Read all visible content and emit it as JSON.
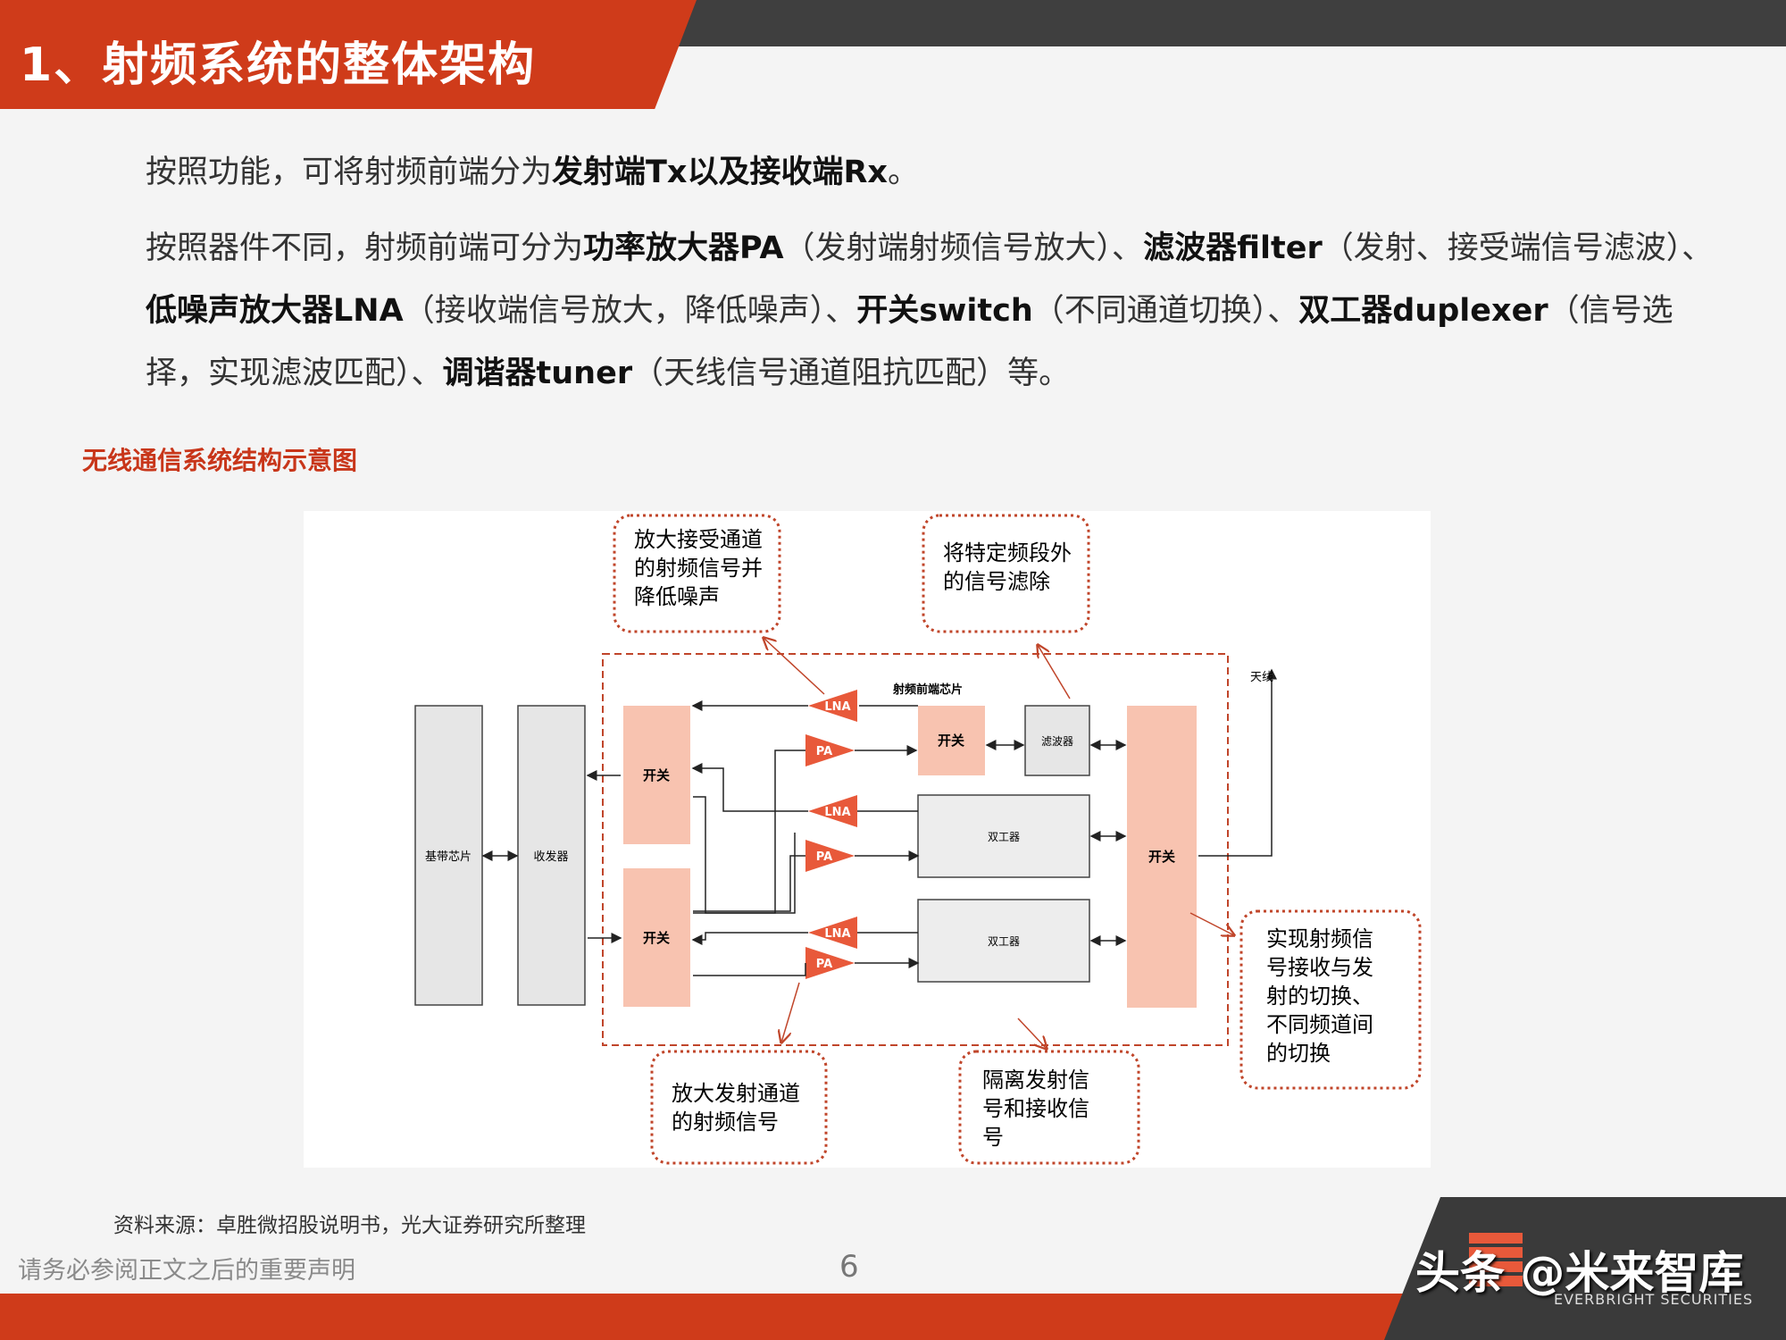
{
  "header": {
    "title": "1、射频系统的整体架构"
  },
  "paragraph1": {
    "t1": "按照功能，可将射频前端分为",
    "b1": "发射端Tx以及接收端Rx",
    "t2": "。"
  },
  "paragraph2": {
    "t1": "按照器件不同，射频前端可分为",
    "b1": "功率放大器PA",
    "t2": "（发射端射频信号放大）、",
    "b2": "滤波器filter",
    "t3": "（发射、接受端信号滤波）、",
    "b3": "低噪声放大器LNA",
    "t4": "（接收端信号放大，降低噪声）、",
    "b4": "开关switch",
    "t5": "（不同通道切换）、",
    "b5": "双工器duplexer",
    "t6": "（信号选择，实现滤波匹配）、",
    "b6": "调谐器tuner",
    "t7": "（天线信号通道阻抗匹配）等。"
  },
  "figure": {
    "title": "无线通信系统结构示意图",
    "baseband": "基带芯片",
    "transceiver": "收发器",
    "switch": "开关",
    "filter": "滤波器",
    "duplexer": "双工器",
    "lna": "LNA",
    "pa": "PA",
    "rf_chip": "射频前端芯片",
    "antenna": "天线",
    "callouts": {
      "lna": [
        "放大接受通道",
        "的射频信号并",
        "降低噪声"
      ],
      "filter": [
        "将特定频段外",
        "的信号滤除"
      ],
      "pa": [
        "放大发射通道",
        "的射频信号"
      ],
      "duplexer": [
        "隔离发射信",
        "号和接收信",
        "号"
      ],
      "switch": [
        "实现射频信",
        "号接收与发",
        "射的切换、",
        "不同频道间",
        "的切换"
      ]
    }
  },
  "footer": {
    "source": "资料来源：卓胜微招股说明书，光大证券研究所整理",
    "disclaimer": "请务必参阅正文之后的重要声明",
    "page": "6",
    "watermark": "头条 @米来智库",
    "brand": "EVERBRIGHT SECURITIES"
  },
  "colors": {
    "accent": "#cf3b1a",
    "component": "#f8c3b0",
    "callout": "#c0452a"
  }
}
